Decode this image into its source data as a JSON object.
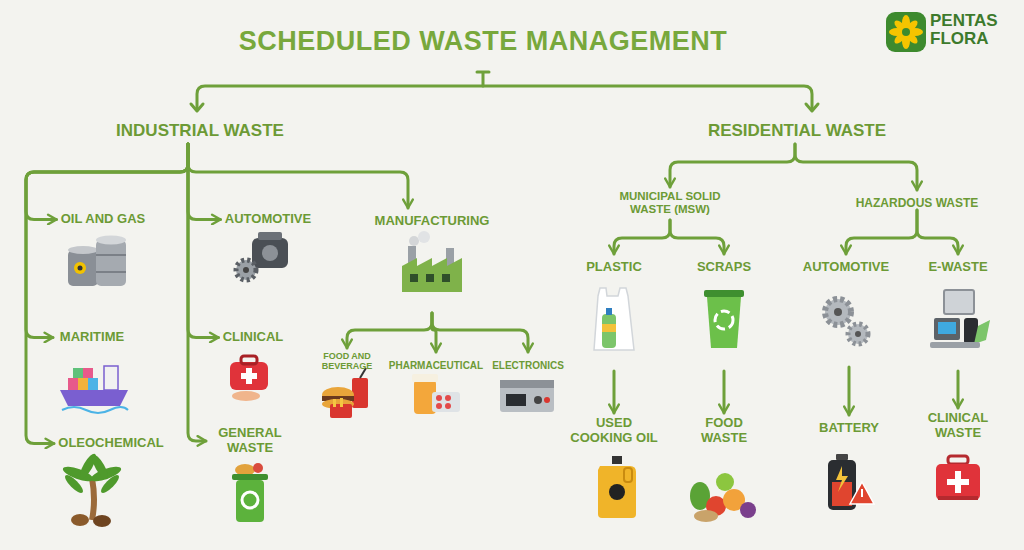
{
  "diagram": {
    "title": "SCHEDULED WASTE MANAGEMENT",
    "nodes": [
      {
        "text": [
          "INDUSTRIAL WASTE"
        ]
      },
      {
        "text": [
          "RESIDENTIAL WASTE"
        ]
      },
      {
        "text": [
          "OIL AND GAS"
        ]
      },
      {
        "text": [
          "AUTOMOTIVE"
        ]
      },
      {
        "text": [
          "MANUFACTURING"
        ]
      },
      {
        "text": [
          "MARITIME"
        ]
      },
      {
        "text": [
          "CLINICAL"
        ]
      },
      {
        "text": [
          "OLEOCHEMICAL"
        ]
      },
      {
        "text": [
          "GENERAL WASTE"
        ]
      },
      {
        "text": [
          "FOOD AND BEVERAGE"
        ]
      },
      {
        "text": [
          "PHARMACEUTICAL"
        ]
      },
      {
        "text": [
          "ELECTRONICS"
        ]
      },
      {
        "text": [
          "MUNICIPAL SOLID WASTE (MSW)"
        ]
      },
      {
        "text": [
          "HAZARDOUS WASTE"
        ]
      },
      {
        "text": [
          "PLASTIC"
        ]
      },
      {
        "text": [
          "SCRAPS"
        ]
      },
      {
        "text": [
          "AUTOMOTIVE"
        ]
      },
      {
        "text": [
          "E-WASTE"
        ]
      },
      {
        "text": [
          "USED COOKING OIL"
        ]
      },
      {
        "text": [
          "FOOD WASTE"
        ]
      },
      {
        "text": [
          "BATTERY"
        ]
      },
      {
        "text": [
          "CLINICAL WASTE"
        ]
      }
    ],
    "edges": [
      {
        "from": 0,
        "to": 2,
        "arrow": "to"
      },
      {
        "from": 0,
        "to": 3,
        "arrow": "to"
      },
      {
        "from": 0,
        "to": 4,
        "arrow": "to"
      },
      {
        "from": 0,
        "to": 5,
        "arrow": "to"
      },
      {
        "from": 0,
        "to": 6,
        "arrow": "to"
      },
      {
        "from": 0,
        "to": 7,
        "arrow": "to"
      },
      {
        "from": 0,
        "to": 8,
        "arrow": "to"
      },
      {
        "from": 4,
        "to": 9,
        "arrow": "to"
      },
      {
        "from": 4,
        "to": 10,
        "arrow": "to"
      },
      {
        "from": 4,
        "to": 11,
        "arrow": "to"
      },
      {
        "from": 1,
        "to": 12,
        "arrow": "to"
      },
      {
        "from": 1,
        "to": 13,
        "arrow": "to"
      },
      {
        "from": 12,
        "to": 14,
        "arrow": "to"
      },
      {
        "from": 12,
        "to": 15,
        "arrow": "to"
      },
      {
        "from": 13,
        "to": 16,
        "arrow": "to"
      },
      {
        "from": 13,
        "to": 17,
        "arrow": "to"
      },
      {
        "from": 14,
        "to": 18,
        "arrow": "to"
      },
      {
        "from": 15,
        "to": 19,
        "arrow": "to"
      },
      {
        "from": 16,
        "to": 20,
        "arrow": "to"
      },
      {
        "from": 17,
        "to": 21,
        "arrow": "to"
      }
    ],
    "labels": [
      "PENTAS FLORA"
    ]
  }
}
